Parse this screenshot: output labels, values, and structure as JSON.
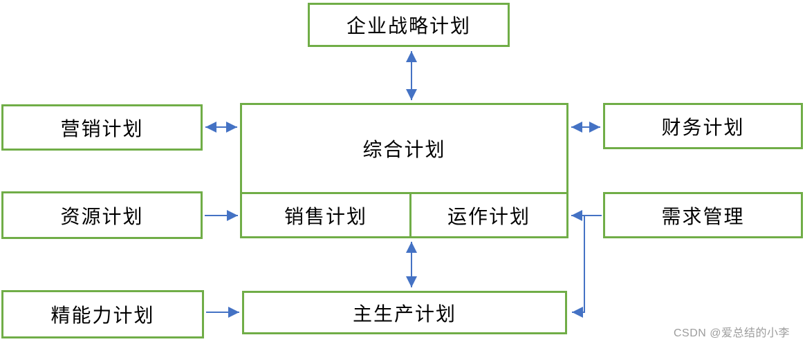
{
  "boxes": {
    "strategic": {
      "label": "企业战略计划"
    },
    "marketing": {
      "label": "营销计划"
    },
    "aggregate": {
      "label": "综合计划"
    },
    "finance": {
      "label": "财务计划"
    },
    "resource": {
      "label": "资源计划"
    },
    "sales": {
      "label": "销售计划"
    },
    "operation": {
      "label": "运作计划"
    },
    "demand": {
      "label": "需求管理"
    },
    "capacity": {
      "label": "精能力计划"
    },
    "mps": {
      "label": "主生产计划"
    }
  },
  "edges": [
    {
      "from": "企业战略计划",
      "to": "综合计划",
      "direction": "both"
    },
    {
      "from": "营销计划",
      "to": "综合计划",
      "direction": "both"
    },
    {
      "from": "综合计划",
      "to": "财务计划",
      "direction": "both"
    },
    {
      "from": "资源计划",
      "to": "销售计划",
      "direction": "one-way"
    },
    {
      "from": "需求管理",
      "to": "运作计划",
      "direction": "one-way"
    },
    {
      "from": "需求管理",
      "to": "主生产计划",
      "direction": "one-way"
    },
    {
      "from": "销售计划/运作计划",
      "to": "主生产计划",
      "direction": "both"
    },
    {
      "from": "精能力计划",
      "to": "主生产计划",
      "direction": "one-way"
    }
  ],
  "colors": {
    "box_border": "#70AD47",
    "arrow": "#4472C4",
    "text": "#000000",
    "watermark": "#9C9C9C"
  },
  "watermark": {
    "text": "CSDN @爱总结的小李"
  }
}
